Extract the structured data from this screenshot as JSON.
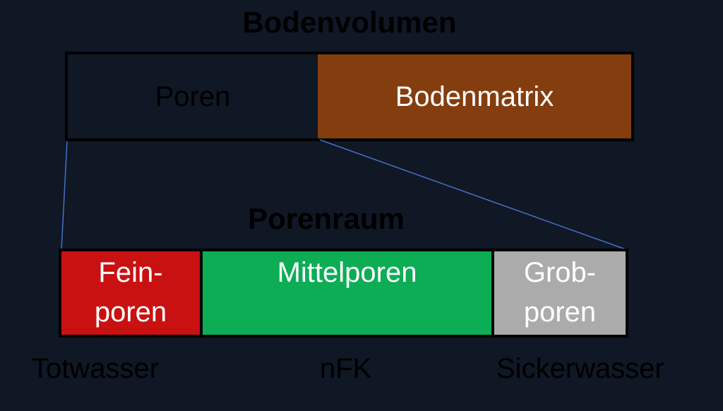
{
  "colors": {
    "background": "#101725",
    "border_black": "#000000",
    "bodenmatrix_brown": "#843D0F",
    "feinporen_red": "#C91111",
    "mittelporen_green": "#0CAD55",
    "grobporen_gray": "#ABABAB",
    "connector_blue": "#4472C4",
    "label_dark": "#000000",
    "label_light": "#FFFFFF"
  },
  "bodenvolumen": {
    "title": "Bodenvolumen",
    "segments": [
      {
        "id": "poren",
        "label": "Poren"
      },
      {
        "id": "bodenmatrix",
        "label": "Bodenmatrix"
      }
    ]
  },
  "porenraum": {
    "title": "Porenraum",
    "segments": [
      {
        "id": "feinporen",
        "label": "Fein-\nporen"
      },
      {
        "id": "mittelporen",
        "label": "Mittelporen"
      },
      {
        "id": "grobporen",
        "label": "Grob-\nporen"
      }
    ]
  },
  "annotations": {
    "totwasser": "Totwasser",
    "nfk": "nFK",
    "sickerwasser": "Sickerwasser"
  }
}
